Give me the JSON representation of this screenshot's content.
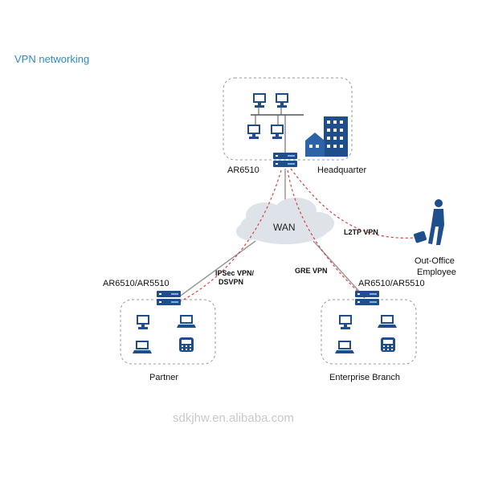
{
  "title": "VPN networking",
  "headquarter": {
    "label": "Headquarter",
    "router": "AR6510"
  },
  "wan": {
    "label": "WAN"
  },
  "partner": {
    "label": "Partner",
    "router": "AR6510/AR5510"
  },
  "branch": {
    "label": "Enterprise Branch",
    "router": "AR6510/AR5510"
  },
  "employee": {
    "label_line1": "Out-Office",
    "label_line2": "Employee"
  },
  "links": {
    "ipsec_line1": "IPSec VPN/",
    "ipsec_line2": "DSVPN",
    "gre": "GRE VPN",
    "l2tp": "L2TP VPN"
  },
  "watermark": "sdkjhw.en.alibaba.com",
  "colors": {
    "title": "#2e8bc0",
    "device": "#1f4e8c",
    "vpn_line": "#e03c3c",
    "cloud": "#dde3e8"
  }
}
